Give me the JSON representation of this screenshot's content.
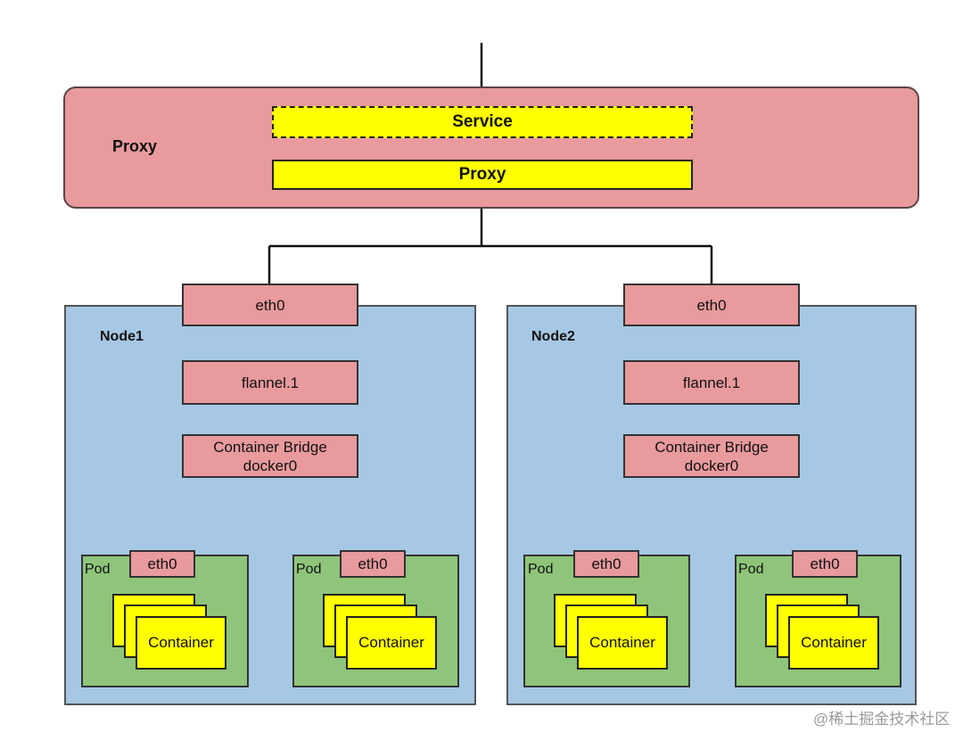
{
  "proxy_region": {
    "label": "Proxy",
    "service_label": "Service",
    "proxy_label": "Proxy"
  },
  "nodes": [
    {
      "label": "Node1",
      "eth0": "eth0",
      "flannel": "flannel.1",
      "bridge_line1": "Container Bridge",
      "bridge_line2": "docker0",
      "pods": [
        {
          "label": "Pod",
          "eth0": "eth0",
          "container": "Container"
        },
        {
          "label": "Pod",
          "eth0": "eth0",
          "container": "Container"
        }
      ]
    },
    {
      "label": "Node2",
      "eth0": "eth0",
      "flannel": "flannel.1",
      "bridge_line1": "Container Bridge",
      "bridge_line2": "docker0",
      "pods": [
        {
          "label": "Pod",
          "eth0": "eth0",
          "container": "Container"
        },
        {
          "label": "Pod",
          "eth0": "eth0",
          "container": "Container"
        }
      ]
    }
  ],
  "watermark": "@稀土掘金技术社区",
  "colors": {
    "proxy_fill": "#e89a9d",
    "node_fill": "#a6c8e4",
    "pod_fill": "#8fc57a",
    "highlight_fill": "#ffff00"
  }
}
